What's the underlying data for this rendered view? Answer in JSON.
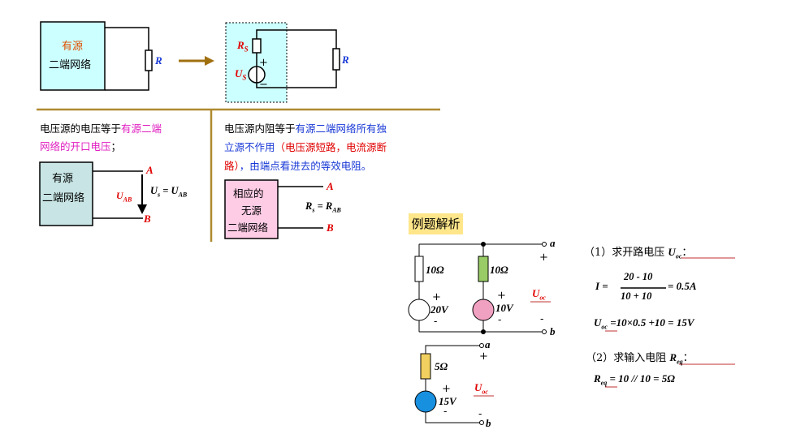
{
  "top": {
    "active_network_line1": "有源",
    "active_network_line2": "二端网络",
    "r_label": "R",
    "rs_label": "R",
    "rs_sub": "S",
    "us_label": "U",
    "us_sub": "S",
    "plus": "+",
    "minus": "−",
    "r_label2": "R"
  },
  "left_text": {
    "line1_a": "电压源的电压等于",
    "line1_b": "有源二端",
    "line2_a": "网络的开口电压",
    "line2_b": "；",
    "box_line1": "有源",
    "box_line2": "二端网络",
    "a_label": "A",
    "b_label": "B",
    "uab_label": "U",
    "uab_sub": "AB",
    "eq_lhs": "U",
    "eq_lhs_sub": "s",
    "eq_mid": " = ",
    "eq_rhs": "U",
    "eq_rhs_sub": "AB"
  },
  "right_text": {
    "line1_a": "电压源内阻等于",
    "line1_b": "有源二端网络所有独",
    "line2_a": "立源不作用",
    "line2_b": "（电压源短路，电流源断",
    "line3_a": "路）",
    "line3_b": "，由端点看进去的等效电阻。",
    "box_line1": "相应的",
    "box_line2": "无源",
    "box_line3": "二端网络",
    "a_label": "A",
    "b_label": "B",
    "eq_lhs": "R",
    "eq_lhs_sub": "s",
    "eq_mid": " = ",
    "eq_rhs": "R",
    "eq_rhs_sub": "AB"
  },
  "example": {
    "header": "例题解析",
    "r1": "10Ω",
    "r2": "10Ω",
    "v1": "20V",
    "v2": "10V",
    "uoc": "U",
    "uoc_sub": "oc",
    "a": "a",
    "b": "b",
    "plus": "+",
    "minus": "-",
    "r3": "5Ω",
    "v3": "15V",
    "step1_label": "（1）求开路电压",
    "step1_var": "U",
    "step1_sub": "oc",
    "step1_colon": "：",
    "i_lhs": "I =",
    "i_num": "20 - 10",
    "i_den": "10 + 10",
    "i_rhs": "= 0.5A",
    "uoc_eq_lhs": "U",
    "uoc_eq_sub": "oc",
    "uoc_eq_rhs": " =10×0.5 +10 = 15V",
    "step2_label": "（2）求输入电阻",
    "step2_var": "R",
    "step2_sub": "eq",
    "step2_colon": "：",
    "req_lhs": "R",
    "req_sub": "eq",
    "req_rhs": " = 10 // 10 = 5Ω"
  },
  "colors": {
    "cyan_box": "#ccffff",
    "teal_box": "#c8e4e4",
    "pink_box": "#ffcce6",
    "divider": "#b08a30",
    "arrow": "#a07010",
    "green_res": "#99cc66",
    "yellow_res": "#f2d060",
    "pink_src": "#f0a0c0",
    "blue_src": "#1890e0",
    "header_bg": "#ffe68a"
  }
}
